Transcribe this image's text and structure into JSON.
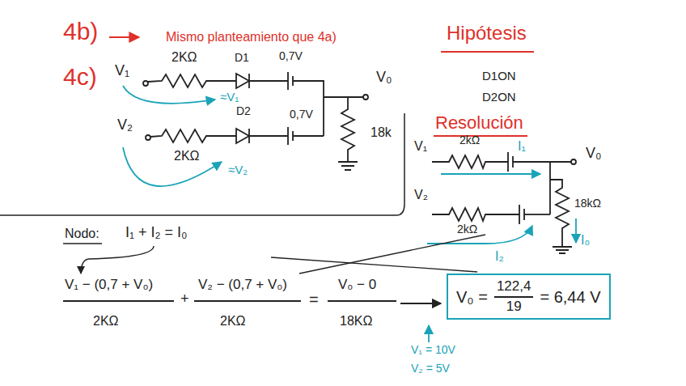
{
  "diagram": {
    "nodes": [
      {
        "text": [
          "V₀ =",
          "122,4",
          "19",
          "= 6,44 V"
        ]
      }
    ],
    "labels": [
      "4b)",
      "Mismo planteamiento que 4a)",
      "Hipótesis",
      "D1ON",
      "D2ON",
      "4c)",
      "V₁",
      "2KΩ",
      "D1",
      "0,7V",
      "V₀",
      "≈V₁",
      "V₂",
      "D2",
      "0,7V",
      "2KΩ",
      "18k",
      "≈V₂",
      "Resolución",
      "V₁",
      "2kΩ",
      "I₁",
      "V₀",
      "V₂",
      "2kΩ",
      "18kΩ",
      "I₀",
      "I₂",
      "Nodo:",
      "I₁ + I₂ = I₀",
      "V₁ − (0,7 + V₀)",
      "2KΩ",
      "+",
      "V₂ − (0,7 + V₀)",
      "2KΩ",
      "=",
      "V₀ − 0",
      "18KΩ",
      "V₁ = 10V",
      "V₂ = 5V"
    ]
  }
}
